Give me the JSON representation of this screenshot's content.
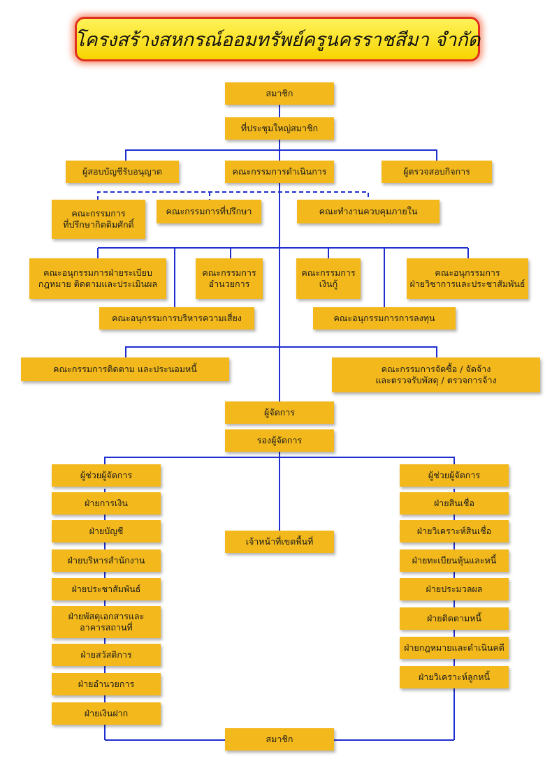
{
  "title": "โครงสร้างสหกรณ์ออมทรัพย์ครูนครราชสีมา จำกัด",
  "colors": {
    "box_fill": "#f2b81c",
    "line": "#1f2ecf",
    "title_fill": "#f7d400",
    "title_border": "#e0301e"
  },
  "boxes": {
    "members_top": "สมาชิก",
    "general_meeting": "ที่ประชุมใหญ่สมาชิก",
    "licensed_auditor": "ผู้สอบบัญชีรับอนุญาต",
    "board_of_directors": "คณะกรรมการดำเนินการ",
    "business_auditor": "ผู้ตรวจสอบกิจการ",
    "honorary_advisory_committee": "คณะกรรมการ\nที่ปรึกษากิตติมศักดิ์",
    "advisory_committee": "คณะกรรมการที่ปรึกษา",
    "internal_control_team": "คณะทำงานควบคุมภายใน",
    "regulation_subcommittee": "คณะอนุกรรมการฝ่ายระเบียบ\nกฎหมาย ติดตามและประเมินผล",
    "administration_committee": "คณะกรรมการ\nอำนวยการ",
    "loan_committee": "คณะกรรมการ\nเงินกู้",
    "academic_pr_subcommittee": "คณะอนุกรรมการ\nฝ่ายวิชาการและประชาสัมพันธ์",
    "risk_subcommittee": "คณะอนุกรรมการบริหารความเสี่ยง",
    "investment_subcommittee": "คณะอนุกรรมการการลงทุน",
    "debt_followup_committee": "คณะกรรมการติดตาม และประนอมหนี้",
    "procurement_committee": "คณะกรรมการจัดซื้อ / จัดจ้าง\nและตรวจรับพัสดุ / ตรวจการจ้าง",
    "manager": "ผู้จัดการ",
    "deputy_manager": "รองผู้จัดการ",
    "area_officer": "เจ้าหน้าที่เขตพื้นที่",
    "members_bottom": "สมาชิก"
  },
  "left_column": [
    "ผู้ช่วยผู้จัดการ",
    "ฝ่ายการเงิน",
    "ฝ่ายบัญชี",
    "ฝ่ายบริหารสำนักงาน",
    "ฝ่ายประชาสัมพันธ์",
    "ฝ่ายพัสดุเอกสารและ\nอาคารสถานที่",
    "ฝ่ายสวัสดิการ",
    "ฝ่ายอำนวยการ",
    "ฝ่ายเงินฝาก"
  ],
  "right_column": [
    "ผู้ช่วยผู้จัดการ",
    "ฝ่ายสินเชื่อ",
    "ฝ่ายวิเคราะห์สินเชื่อ",
    "ฝ่ายทะเบียนหุ้นและหนี้",
    "ฝ่ายประมวลผล",
    "ฝ่ายติดตามหนี้",
    "ฝ่ายกฎหมายและดำเนินคดี",
    "ฝ่ายวิเคราะห์ลูกหนี้"
  ]
}
